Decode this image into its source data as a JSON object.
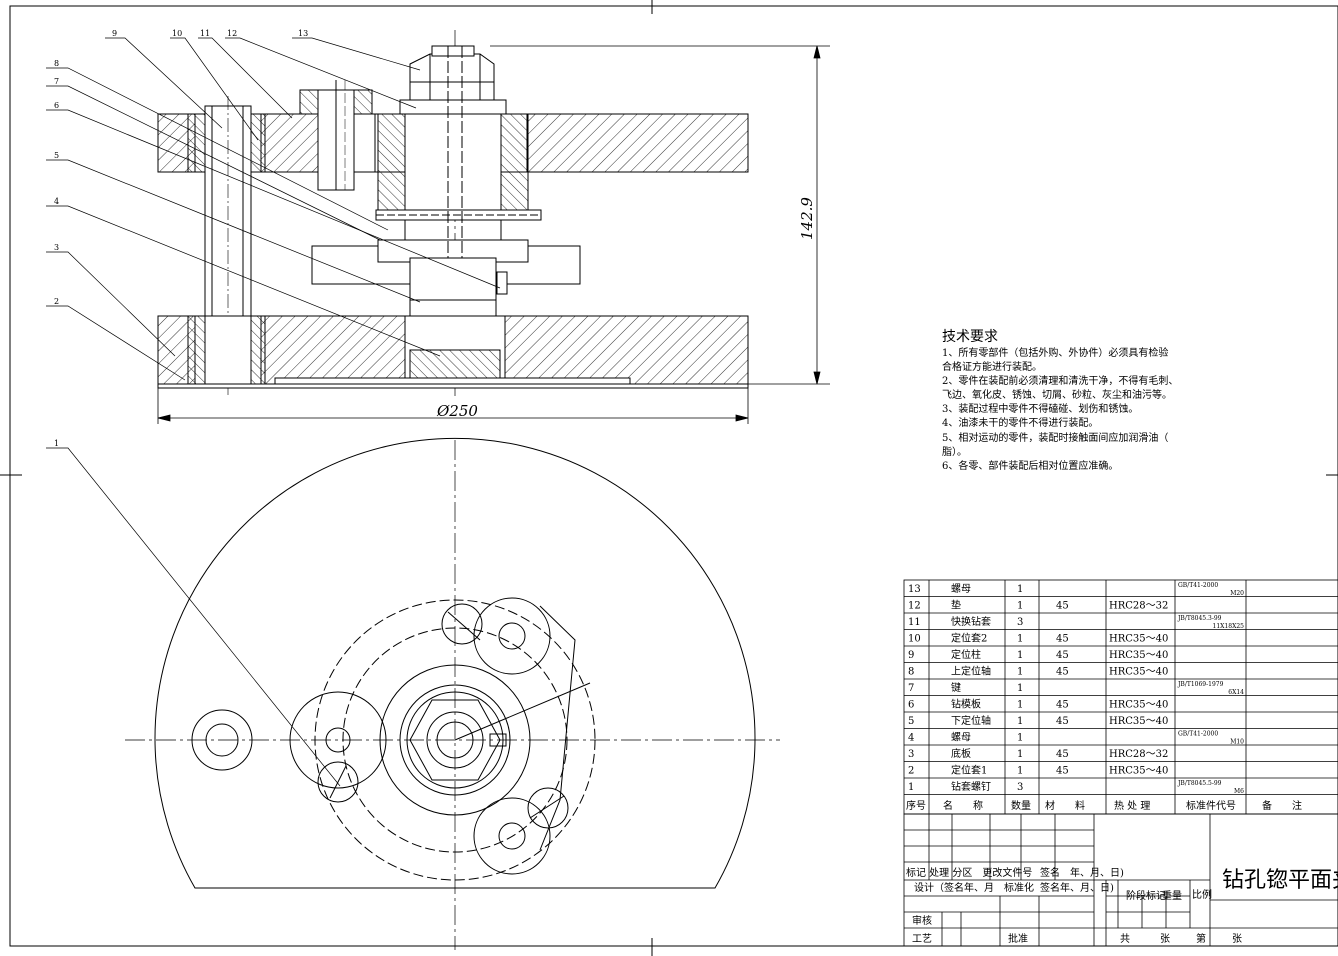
{
  "dimensions": {
    "height_dim": "142.9",
    "diameter_dim": "Ø250"
  },
  "balloons": [
    "1",
    "2",
    "3",
    "4",
    "5",
    "6",
    "7",
    "8",
    "9",
    "10",
    "11",
    "12",
    "13"
  ],
  "tech_req": {
    "title": "技术要求",
    "lines": [
      "1、所有零部件（包括外购、外协件）必须具有检验",
      "合格证方能进行装配。",
      "2、零件在装配前必须清理和清洗干净，不得有毛刺、",
      "飞边、氧化皮、锈蚀、切屑、砂粒、灰尘和油污等。",
      "3、装配过程中零件不得磕碰、划伤和锈蚀。",
      "4、油漆未干的零件不得进行装配。",
      "5、相对运动的零件，装配时接触面间应加润滑油（",
      "脂）。",
      "6、各零、部件装配后相对位置应准确。"
    ]
  },
  "bom": {
    "rows": [
      {
        "no": "13",
        "name": "螺母",
        "qty": "1",
        "mat": "",
        "heat": "",
        "std": "GB/T41-2000",
        "spec": "M20"
      },
      {
        "no": "12",
        "name": "垫",
        "qty": "1",
        "mat": "45",
        "heat": "HRC28～32",
        "std": "",
        "spec": ""
      },
      {
        "no": "11",
        "name": "快换钻套",
        "qty": "3",
        "mat": "",
        "heat": "",
        "std": "JB/T8045.3-99",
        "spec": "11X18X25"
      },
      {
        "no": "10",
        "name": "定位套2",
        "qty": "1",
        "mat": "45",
        "heat": "HRC35～40",
        "std": "",
        "spec": ""
      },
      {
        "no": "9",
        "name": "定位柱",
        "qty": "1",
        "mat": "45",
        "heat": "HRC35～40",
        "std": "",
        "spec": ""
      },
      {
        "no": "8",
        "name": "上定位轴",
        "qty": "1",
        "mat": "45",
        "heat": "HRC35～40",
        "std": "",
        "spec": ""
      },
      {
        "no": "7",
        "name": "键",
        "qty": "1",
        "mat": "",
        "heat": "",
        "std": "JB/T1069-1979",
        "spec": "6X14"
      },
      {
        "no": "6",
        "name": "钻模板",
        "qty": "1",
        "mat": "45",
        "heat": "HRC35～40",
        "std": "",
        "spec": ""
      },
      {
        "no": "5",
        "name": "下定位轴",
        "qty": "1",
        "mat": "45",
        "heat": "HRC35～40",
        "std": "",
        "spec": ""
      },
      {
        "no": "4",
        "name": "螺母",
        "qty": "1",
        "mat": "",
        "heat": "",
        "std": "GB/T41-2000",
        "spec": "M10"
      },
      {
        "no": "3",
        "name": "底板",
        "qty": "1",
        "mat": "45",
        "heat": "HRC28～32",
        "std": "",
        "spec": ""
      },
      {
        "no": "2",
        "name": "定位套1",
        "qty": "1",
        "mat": "45",
        "heat": "HRC35～40",
        "std": "",
        "spec": ""
      },
      {
        "no": "1",
        "name": "钻套螺钉",
        "qty": "3",
        "mat": "",
        "heat": "",
        "std": "JB/T8045.5-99",
        "spec": "M6"
      }
    ],
    "headers": {
      "no": "序号",
      "name": "名　　称",
      "qty": "数量",
      "mat": "材　　料",
      "heat": "热 处 理",
      "std": "标准件代号",
      "note": "备　　注"
    }
  },
  "title_block": {
    "title": "钻孔锪平面夹",
    "row_mark": "标记 处理 分区　更改文件号",
    "sign_date1": "签名　年、月、日)",
    "row_design": "设计（签名年、月",
    "std_check": "标准化",
    "sign_date2": "签名年、月、日)",
    "stage": "阶段标记",
    "weight": "重量",
    "scale": "比例",
    "review": "审核",
    "process": "工艺",
    "approve": "批准",
    "total": "共",
    "sheets": "张",
    "page": "第",
    "sheet2": "张"
  }
}
